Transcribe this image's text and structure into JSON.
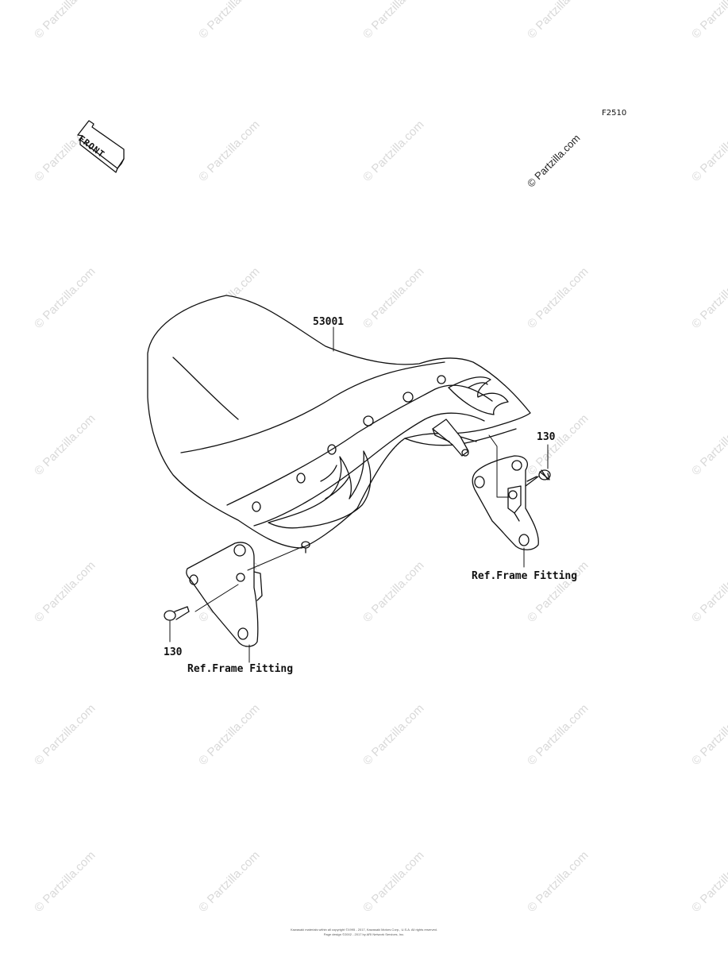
{
  "watermark_text": "© Partzilla.com",
  "figure_code": "F2510",
  "front_label": "FRONT",
  "parts": {
    "seat": "53001",
    "bolt_right": "130",
    "bolt_left": "130",
    "ref_right": "Ref.Frame Fitting",
    "ref_left": "Ref.Frame Fitting"
  },
  "footer": {
    "line1": "Kawasaki materials within all copyright ©1995 - 2017, Kawasaki Motors Corp., U.S.A.  All rights reserved.",
    "line2": "Page design ©2002 - 2017 by ARI Network Services, Inc."
  }
}
